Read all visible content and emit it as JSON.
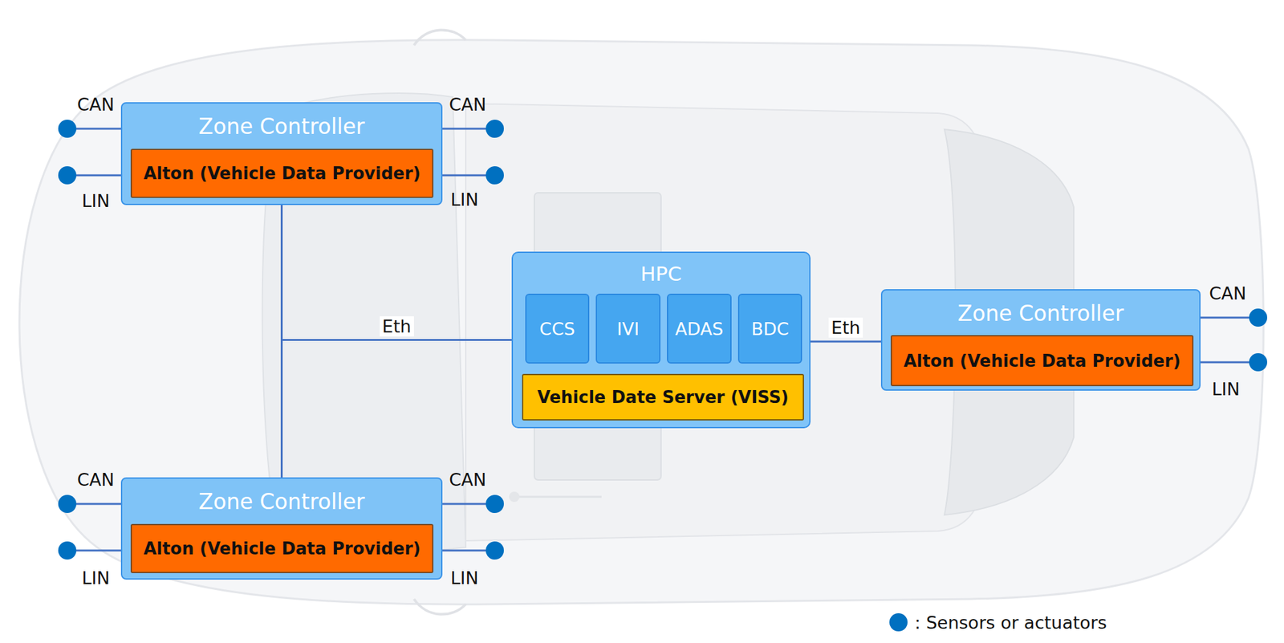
{
  "diagram": {
    "nodes": [
      {
        "text": [
          "Zone Controller"
        ]
      },
      {
        "text": [
          "Alton (Vehicle Data Provider)"
        ],
        "in": 0
      },
      {
        "text": [
          "HPC"
        ]
      },
      {
        "text": [
          "CCS"
        ],
        "in": 2
      },
      {
        "text": [
          "IVI"
        ],
        "in": 2
      },
      {
        "text": [
          "ADAS"
        ],
        "in": 2
      },
      {
        "text": [
          "BDC"
        ],
        "in": 2
      },
      {
        "text": [
          "Vehicle Date Server (VISS)"
        ],
        "in": 2
      },
      {
        "text": [
          "Zone Controller"
        ]
      },
      {
        "text": [
          "Alton (Vehicle Data Provider)"
        ],
        "in": 8
      },
      {
        "text": [
          "Zone Controller"
        ]
      },
      {
        "text": [
          "Alton (Vehicle Data Provider)"
        ],
        "in": 10
      }
    ],
    "edges": [
      {
        "from": 0,
        "to": 2,
        "label": "Eth",
        "arrow": "none"
      },
      {
        "from": 10,
        "to": 2,
        "arrow": "none"
      },
      {
        "from": 2,
        "to": 8,
        "label": "Eth",
        "arrow": "none"
      }
    ],
    "labels": [
      "CAN",
      "LIN",
      "CAN",
      "LIN",
      "CAN",
      "LIN",
      "CAN",
      "LIN",
      "CAN",
      "LIN"
    ],
    "legend": [
      {
        "text": ": Sensors or actuators",
        "color": "#0070c0"
      }
    ]
  }
}
